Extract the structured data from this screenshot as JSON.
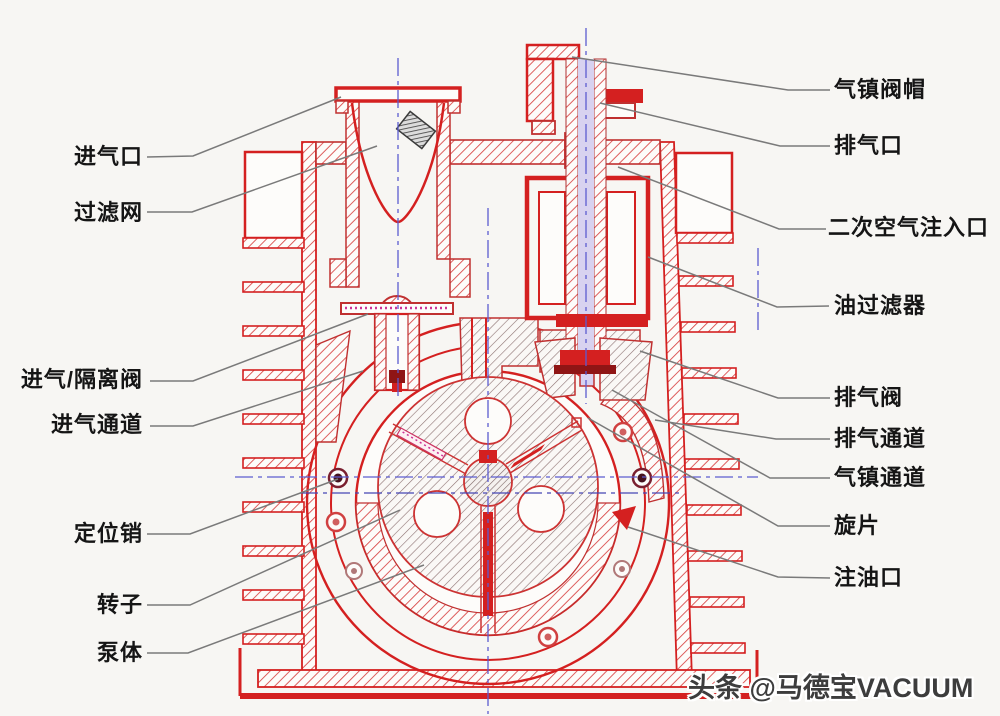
{
  "colors": {
    "outline_red": "#d42020",
    "hatch_red": "#d84343",
    "centerline_blue": "#5c5cd0",
    "leader_gray": "#7a7a7a",
    "label_text": "#151515",
    "background": "#f7f6f3"
  },
  "labels": {
    "left": [
      "进气口",
      "过滤网",
      "进气/隔离阀",
      "进气通道",
      "定位销",
      "转子",
      "泵体"
    ],
    "right": [
      "气镇阀帽",
      "排气口",
      "二次空气注入口",
      "油过滤器",
      "排气阀",
      "排气通道",
      "气镇通道",
      "旋片",
      "注油口"
    ]
  },
  "watermark": "头条 @马德宝VACUUM"
}
